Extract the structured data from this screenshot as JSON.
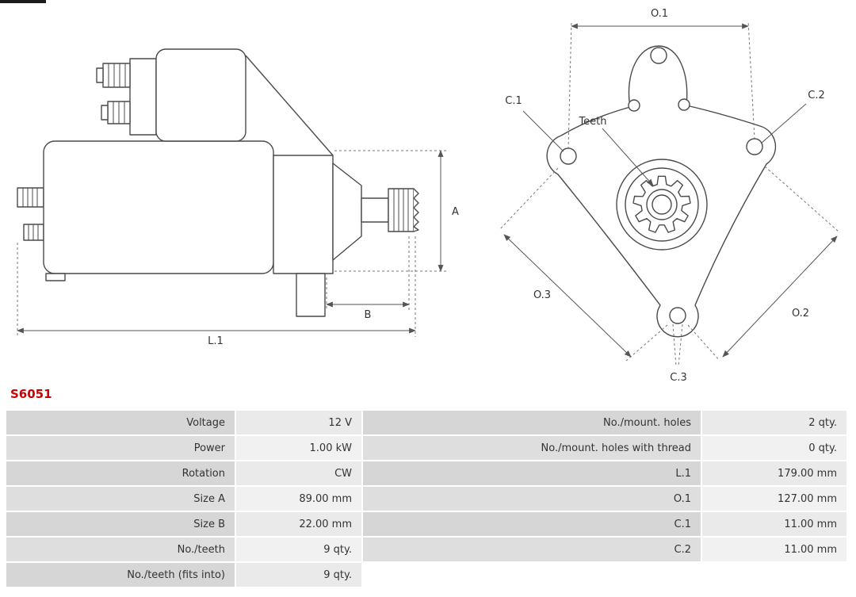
{
  "part_number": "S6051",
  "colors": {
    "part_number_accent": "#cc0000",
    "table_label_bg": "#d6d6d6",
    "table_value_bg": "#eaeaea"
  },
  "diagram": {
    "side_view": {
      "dim_a": "A",
      "dim_b": "B",
      "dim_l1": "L.1"
    },
    "front_view": {
      "dim_o1": "O.1",
      "dim_o2": "O.2",
      "dim_o3": "O.3",
      "dim_c1": "C.1",
      "dim_c2": "C.2",
      "dim_c3": "C.3",
      "teeth_label": "Teeth"
    }
  },
  "spec_table": {
    "rows": [
      {
        "label_left": "Voltage",
        "value_left": "12 V",
        "label_right": "No./mount. holes",
        "value_right": "2 qty."
      },
      {
        "label_left": "Power",
        "value_left": "1.00 kW",
        "label_right": "No./mount. holes with thread",
        "value_right": "0 qty."
      },
      {
        "label_left": "Rotation",
        "value_left": "CW",
        "label_right": "L.1",
        "value_right": "179.00 mm"
      },
      {
        "label_left": "Size A",
        "value_left": "89.00 mm",
        "label_right": "O.1",
        "value_right": "127.00 mm"
      },
      {
        "label_left": "Size B",
        "value_left": "22.00 mm",
        "label_right": "C.1",
        "value_right": "11.00 mm"
      },
      {
        "label_left": "No./teeth",
        "value_left": "9 qty.",
        "label_right": "C.2",
        "value_right": "11.00 mm"
      },
      {
        "label_left": "No./teeth (fits into)",
        "value_left": "9 qty.",
        "label_right": "",
        "value_right": ""
      }
    ]
  }
}
